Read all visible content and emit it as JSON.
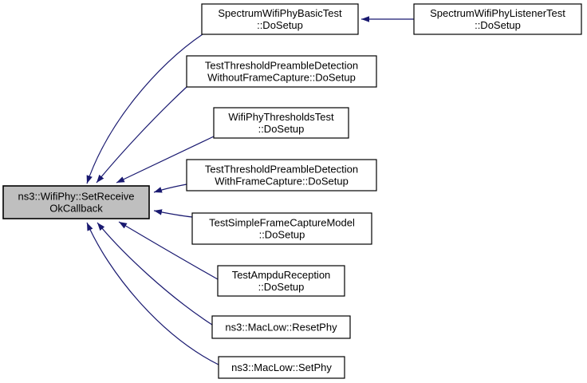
{
  "diagram": {
    "type": "caller-graph",
    "colors": {
      "edge": "#191970",
      "node_fill": "#ffffff",
      "node_border": "#000000",
      "highlight_fill": "#bfbfbf",
      "text": "#000000",
      "background": "#ffffff"
    },
    "nodes": {
      "main": {
        "line1": "ns3::WifiPhy::SetReceive",
        "line2": "OkCallback",
        "highlighted": true
      },
      "basic": {
        "line1": "SpectrumWifiPhyBasicTest",
        "line2": "::DoSetup"
      },
      "listener": {
        "line1": "SpectrumWifiPhyListenerTest",
        "line2": "::DoSetup"
      },
      "no_frame_capture": {
        "line1": "TestThresholdPreambleDetection",
        "line2": "WithoutFrameCapture::DoSetup"
      },
      "thresholds": {
        "line1": "WifiPhyThresholdsTest",
        "line2": "::DoSetup"
      },
      "with_frame_capture": {
        "line1": "TestThresholdPreambleDetection",
        "line2": "WithFrameCapture::DoSetup"
      },
      "simple_frame_capture": {
        "line1": "TestSimpleFrameCaptureModel",
        "line2": "::DoSetup"
      },
      "ampdu": {
        "line1": "TestAmpduReception",
        "line2": "::DoSetup"
      },
      "reset_phy": {
        "line1": "ns3::MacLow::ResetPhy"
      },
      "set_phy": {
        "line1": "ns3::MacLow::SetPhy"
      }
    },
    "edges": [
      {
        "from": "SpectrumWifiPhyListenerTest::DoSetup",
        "to": "SpectrumWifiPhyBasicTest::DoSetup"
      },
      {
        "from": "SpectrumWifiPhyBasicTest::DoSetup",
        "to": "ns3::WifiPhy::SetReceiveOkCallback"
      },
      {
        "from": "TestThresholdPreambleDetectionWithoutFrameCapture::DoSetup",
        "to": "ns3::WifiPhy::SetReceiveOkCallback"
      },
      {
        "from": "WifiPhyThresholdsTest::DoSetup",
        "to": "ns3::WifiPhy::SetReceiveOkCallback"
      },
      {
        "from": "TestThresholdPreambleDetectionWithFrameCapture::DoSetup",
        "to": "ns3::WifiPhy::SetReceiveOkCallback"
      },
      {
        "from": "TestSimpleFrameCaptureModel::DoSetup",
        "to": "ns3::WifiPhy::SetReceiveOkCallback"
      },
      {
        "from": "TestAmpduReception::DoSetup",
        "to": "ns3::WifiPhy::SetReceiveOkCallback"
      },
      {
        "from": "ns3::MacLow::ResetPhy",
        "to": "ns3::WifiPhy::SetReceiveOkCallback"
      },
      {
        "from": "ns3::MacLow::SetPhy",
        "to": "ns3::WifiPhy::SetReceiveOkCallback"
      }
    ]
  }
}
